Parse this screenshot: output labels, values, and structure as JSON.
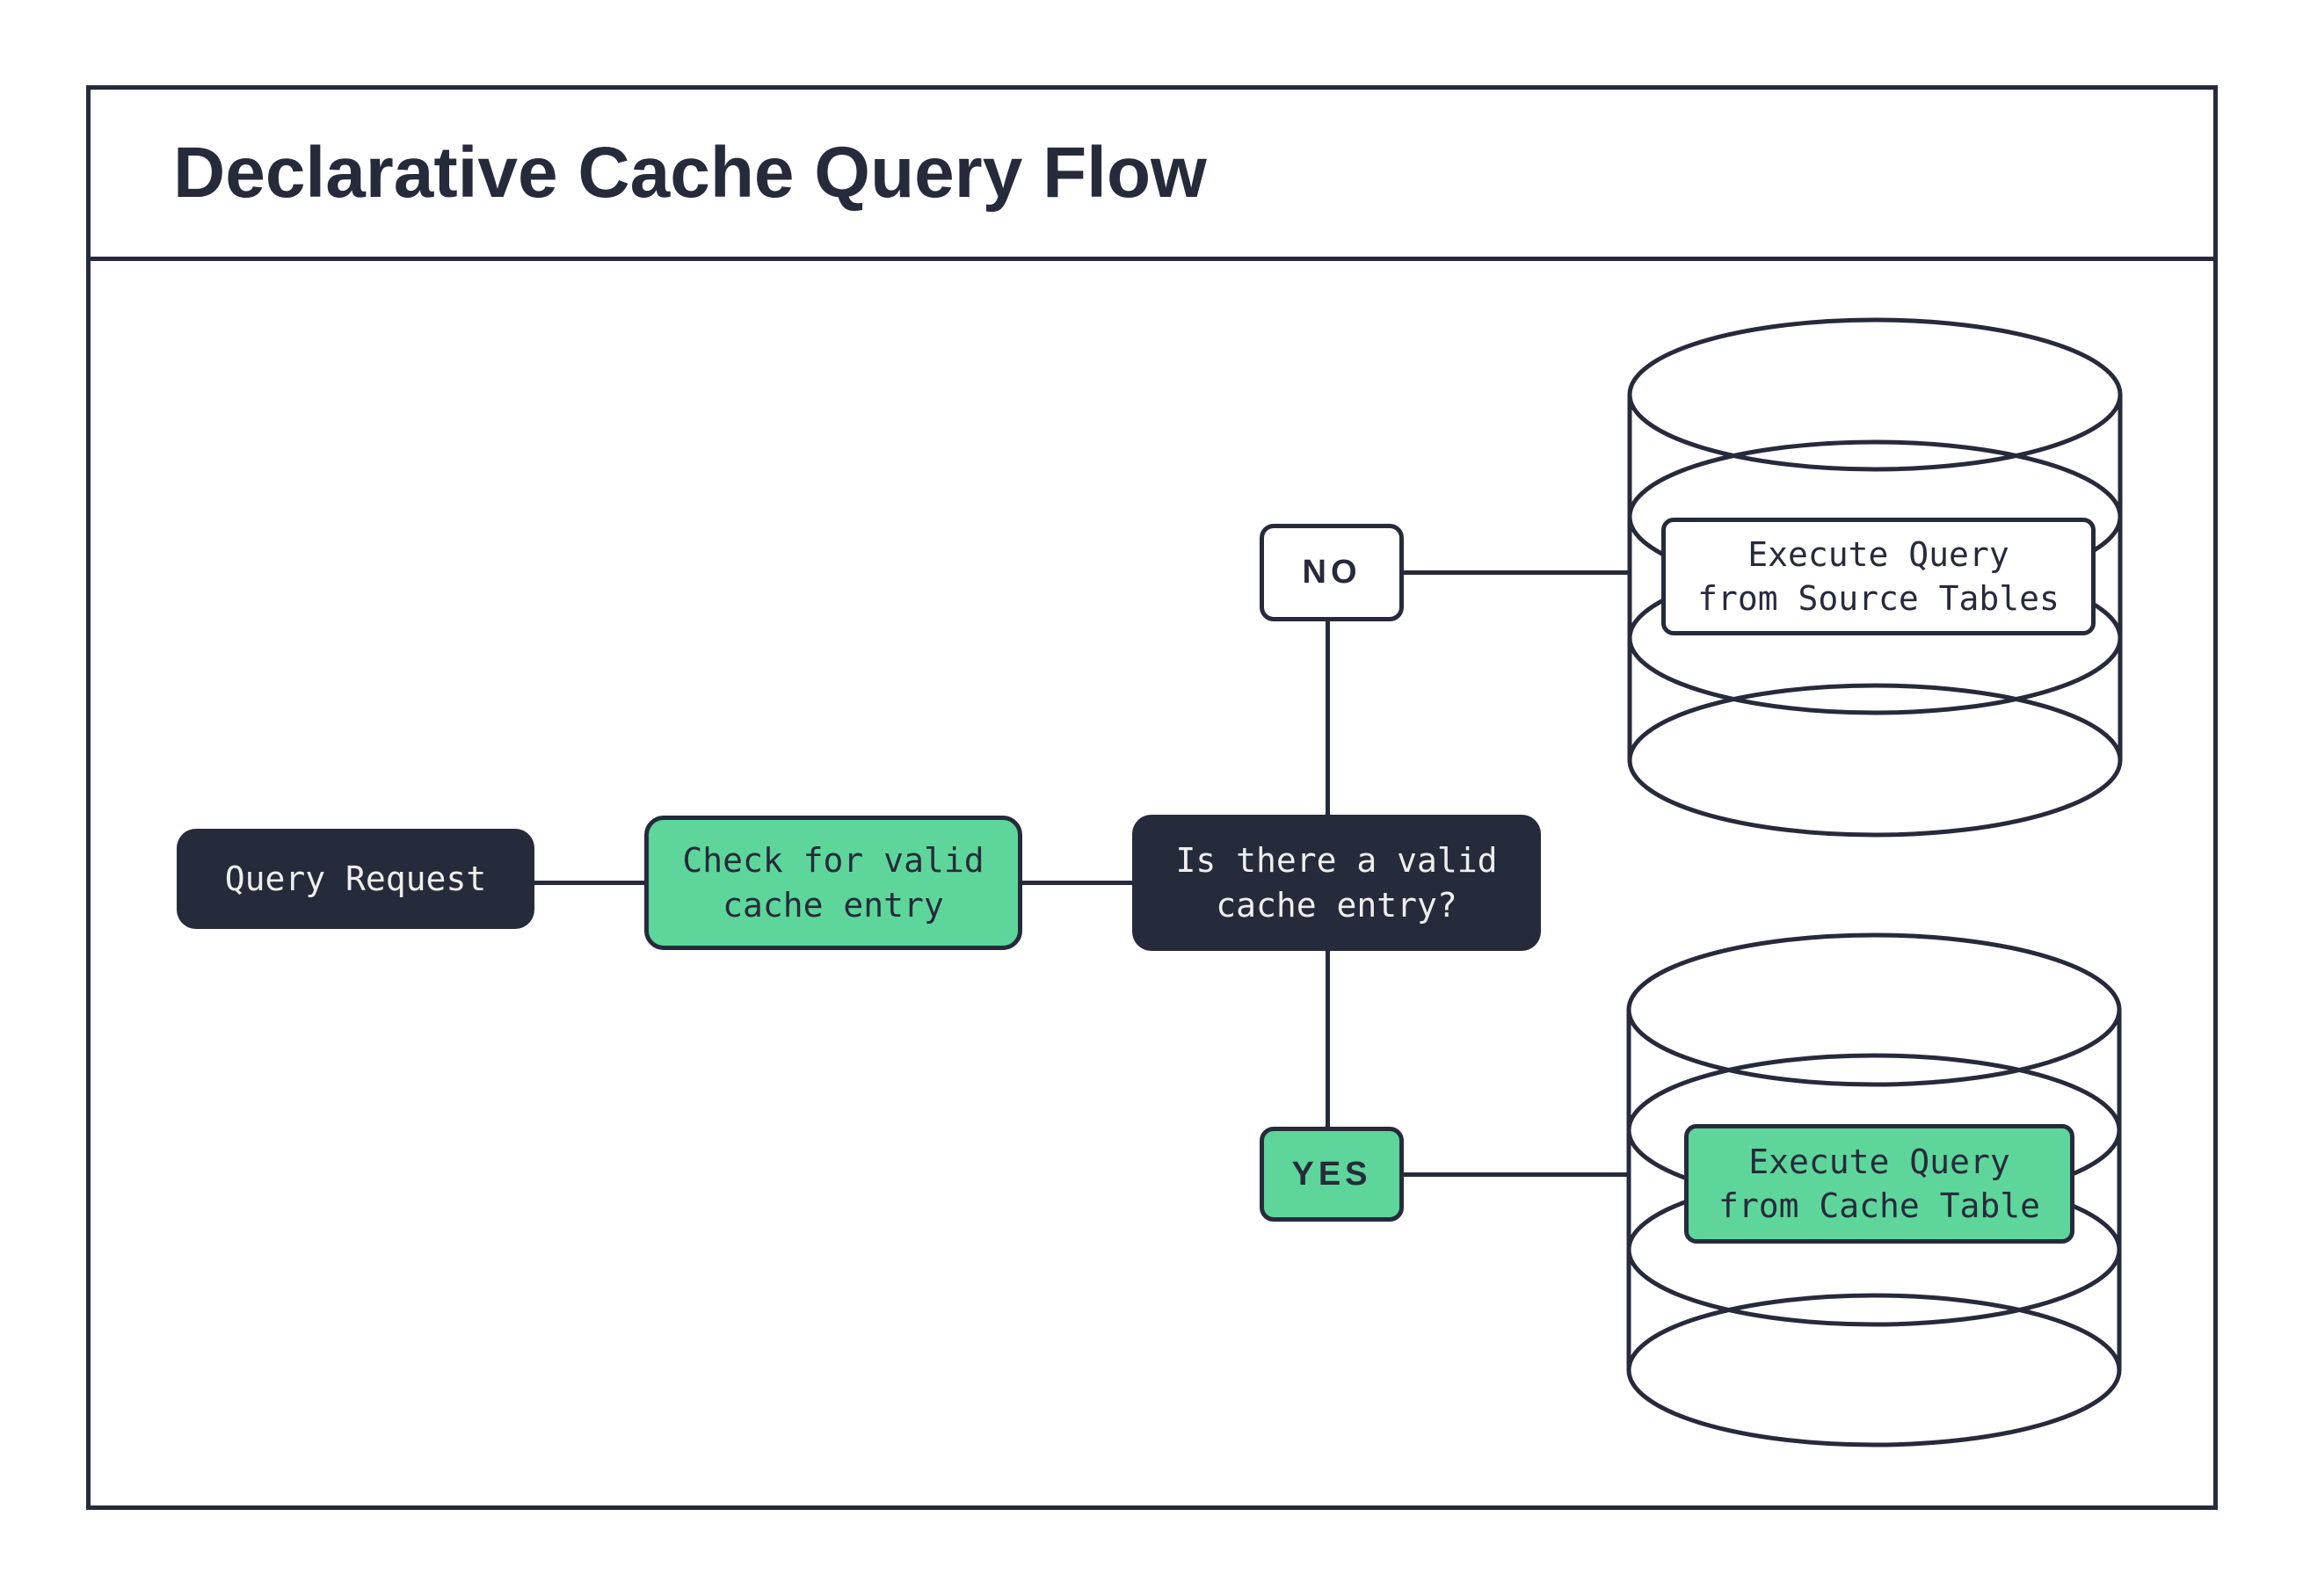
{
  "title": "Declarative Cache Query Flow",
  "colors": {
    "outline_dark": "#262B3B",
    "accent_green": "#5ED69B",
    "light_text": "#EFEEEC",
    "background": "#FFFFFF"
  },
  "nodes": {
    "query_request": {
      "label": "Query Request"
    },
    "check_cache": {
      "label": "Check for valid\ncache entry"
    },
    "decision": {
      "label": "Is there a valid\ncache entry?"
    },
    "branch_no": {
      "label": "NO"
    },
    "branch_yes": {
      "label": "YES"
    },
    "execute_source": {
      "label": "Execute Query\nfrom Source Tables"
    },
    "execute_cache": {
      "label": "Execute Query\nfrom Cache Table"
    }
  }
}
